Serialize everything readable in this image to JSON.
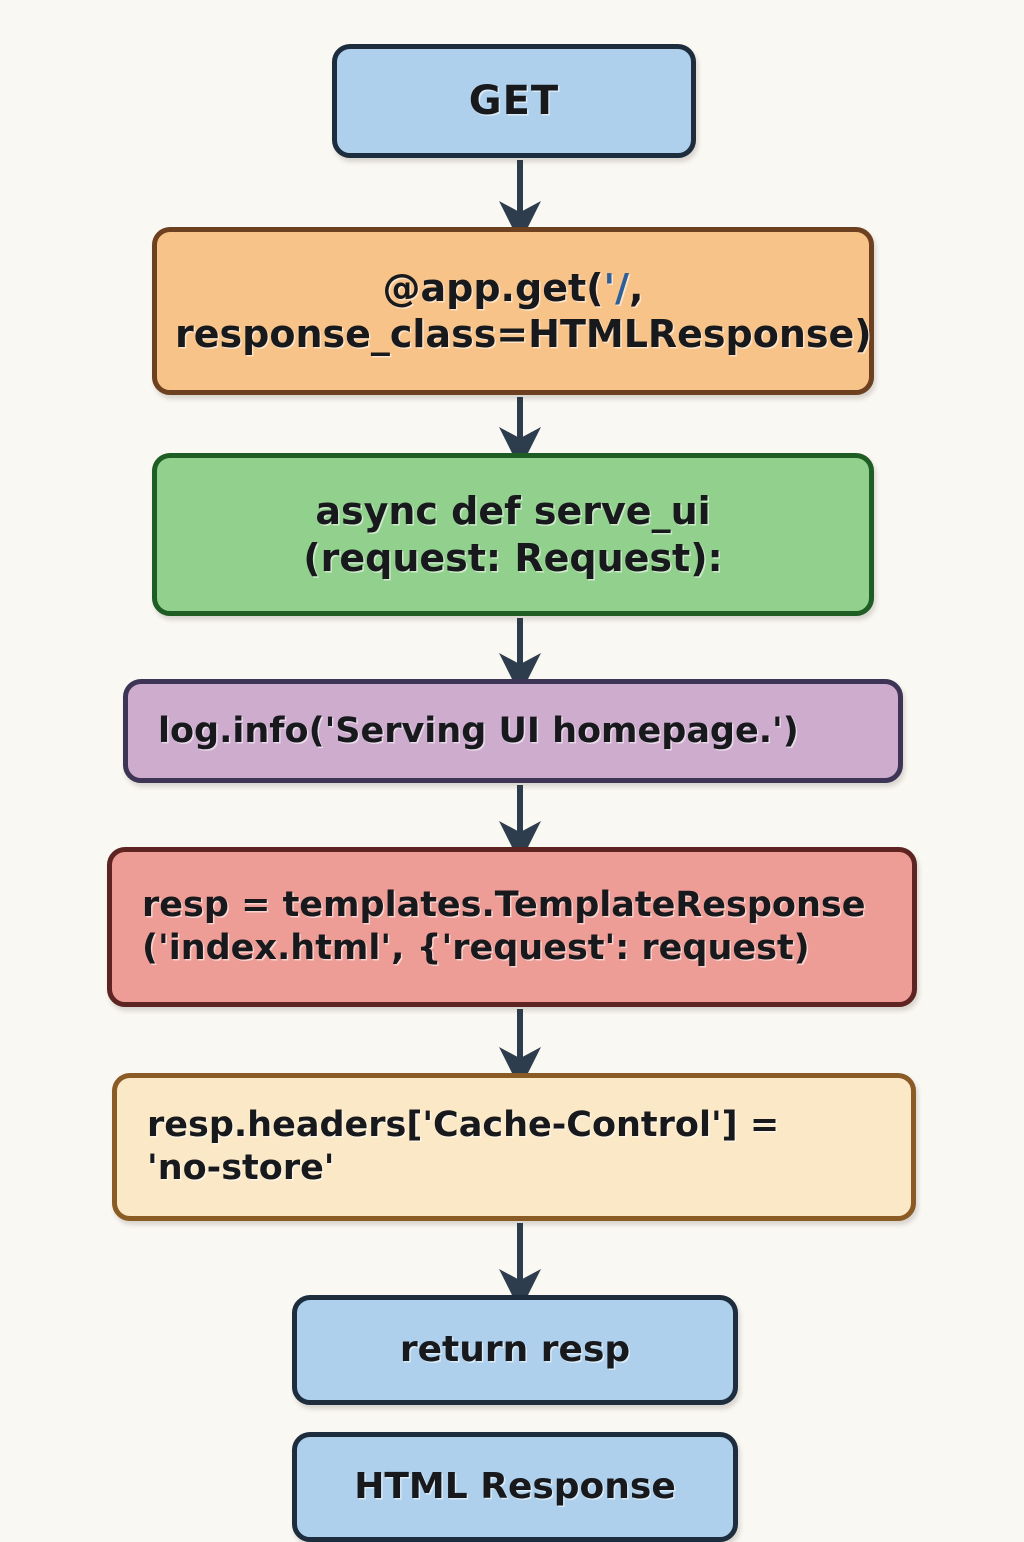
{
  "diagram": {
    "title": "FastAPI GET / route handler flow",
    "background_color": "#faf8f3",
    "arrow_color": "#2d3d4d",
    "nodes": [
      {
        "id": "get",
        "label": "GET",
        "lines": [
          "GET"
        ],
        "fill": "#aed0ec",
        "stroke": "#1d2d3d",
        "shape": "rounded-rect"
      },
      {
        "id": "decorator",
        "label": "@app.get('/, response_class=HTMLResponse)",
        "lines": [
          "@app.get('/,",
          "response_class=HTMLResponse)"
        ],
        "fill": "#f7c389",
        "stroke": "#6d4020",
        "shape": "rounded-rect"
      },
      {
        "id": "funcdef",
        "label": "async def serve_ui (request: Request):",
        "lines": [
          "async def serve_ui",
          "(request: Request):"
        ],
        "fill": "#92d18d",
        "stroke": "#1e5d23",
        "shape": "rounded-rect"
      },
      {
        "id": "log",
        "label": "log.info('Serving UI homepage.')",
        "lines": [
          "log.info('Serving UI homepage.')"
        ],
        "fill": "#cdacce",
        "stroke": "#3e3455",
        "shape": "rounded-rect"
      },
      {
        "id": "template",
        "label": "resp = templates.TemplateResponse('index.html', {'request': request)",
        "lines": [
          "resp = templates.TemplateResponse",
          "('index.html', {'request': request)"
        ],
        "fill": "#ee9c96",
        "stroke": "#5d2421",
        "shape": "rounded-rect"
      },
      {
        "id": "headers",
        "label": "resp.headers['Cache-Control'] = 'no-store'",
        "lines": [
          "resp.headers['Cache-Control'] =",
          "'no-store'"
        ],
        "fill": "#fbe8c7",
        "stroke": "#8b5b26",
        "shape": "rounded-rect"
      },
      {
        "id": "return",
        "label": "return resp",
        "lines": [
          "return resp"
        ],
        "fill": "#aed0ec",
        "stroke": "#1d2d3d",
        "shape": "rounded-rect"
      },
      {
        "id": "htmlresp",
        "label": "HTML Response",
        "lines": [
          "HTML Response"
        ],
        "fill": "#aed0ec",
        "stroke": "#1d2d3d",
        "shape": "rounded-rect"
      }
    ],
    "edges": [
      {
        "from": "get",
        "to": "decorator",
        "style": "solid-arrow"
      },
      {
        "from": "decorator",
        "to": "funcdef",
        "style": "solid-arrow"
      },
      {
        "from": "funcdef",
        "to": "log",
        "style": "solid-arrow"
      },
      {
        "from": "log",
        "to": "template",
        "style": "solid-arrow"
      },
      {
        "from": "template",
        "to": "headers",
        "style": "solid-arrow"
      },
      {
        "from": "headers",
        "to": "return",
        "style": "solid-arrow"
      }
    ]
  }
}
